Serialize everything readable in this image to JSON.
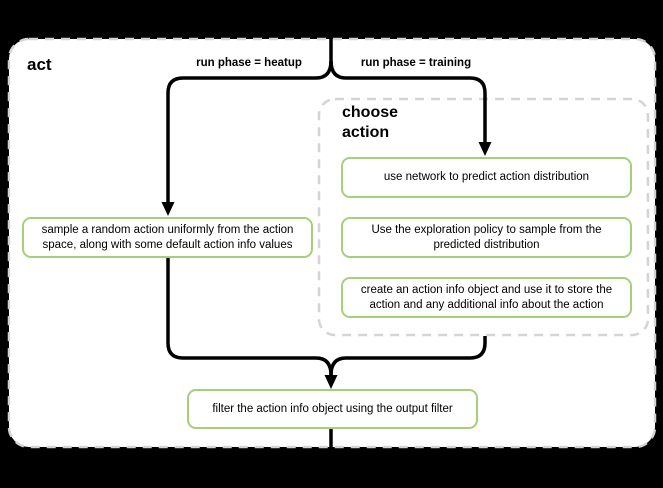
{
  "colors": {
    "page_background": "#000000",
    "surface": "#ffffff",
    "node_border_green": "#a5d079",
    "dashed_border_gray": "#d4d4d4",
    "connector_black": "#000000",
    "text": "#000000"
  },
  "flowchart": {
    "title": "act",
    "branches": [
      {
        "condition": "run phase = heatup",
        "node": "sample a random action uniformly from the action space, along with some default action info values"
      },
      {
        "condition": "run phase = training",
        "group": {
          "title": "choose action",
          "steps": [
            "use network to predict action distribution",
            "Use the exploration policy to sample from the predicted distribution",
            "create an action info object and use it to store the action and any additional info about the action"
          ]
        }
      }
    ],
    "merge_node": "filter the action info object using the output filter"
  }
}
